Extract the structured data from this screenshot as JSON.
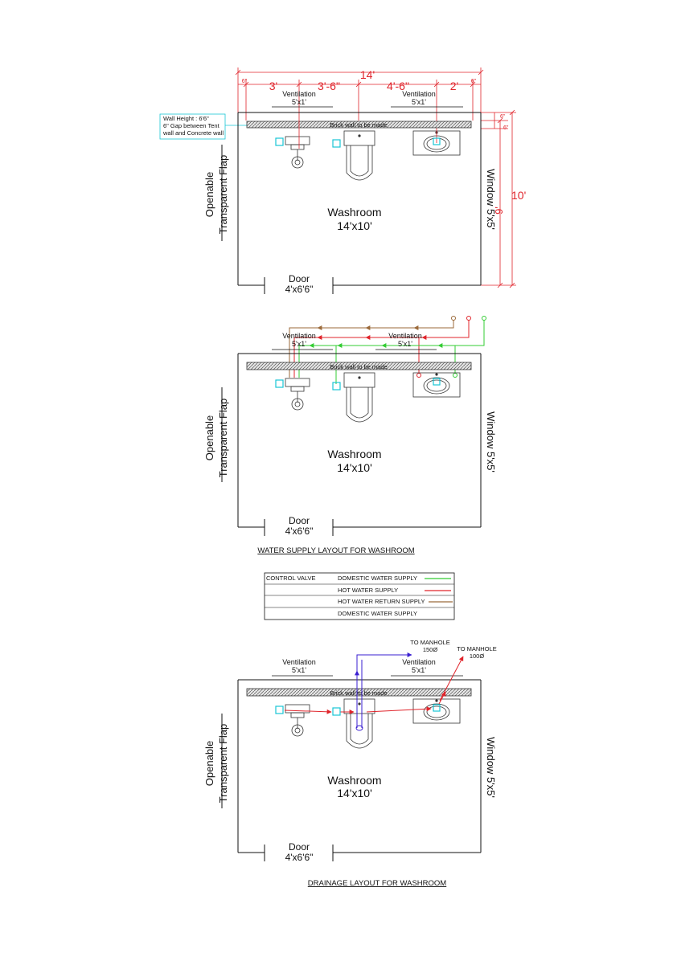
{
  "common": {
    "ventilation": "Ventilation",
    "vent_size": "5'x1'",
    "brick_wall": "Brick wall to be made",
    "room_name": "Washroom",
    "room_size": "14'x10'",
    "door": "Door",
    "door_size": "4'x6'6\"",
    "window": "Window 5'x5'",
    "flap_line1": "Openable",
    "flap_line2": "Transparent Flap"
  },
  "dims": {
    "overall_width": "14'",
    "edge_left": "6\"",
    "edge_right": "6\"",
    "seg1": "3'",
    "seg2": "3'-6\"",
    "seg3": "4'-6\"",
    "seg4": "2'",
    "side_top": "6\"",
    "side_gap": "6\"",
    "inner_height": "9'",
    "overall_height": "10'"
  },
  "note": {
    "line1": "Wall Height : 6'6\"",
    "line2": "6\" Gap between Tent",
    "line3": "wall and Concrete wall"
  },
  "water": {
    "title": "WATER SUPPLY LAYOUT FOR WASHROOM"
  },
  "legend": {
    "col1": "CONTROL VALVE",
    "rows": [
      "DOMESTIC WATER SUPPLY",
      "HOT WATER SUPPLY",
      "HOT WATER RETURN SUPPLY",
      "DOMESTIC WATER SUPPLY"
    ],
    "colors": [
      "#33cc33",
      "#e0242b",
      "#9b6a3a",
      ""
    ]
  },
  "drainage": {
    "title": "DRAINAGE LAYOUT FOR WASHROOM",
    "manhole1_a": "TO MANHOLE",
    "manhole1_b": "150Ø",
    "manhole2_a": "TO MANHOLE",
    "manhole2_b": "100Ø"
  },
  "colors": {
    "dimension": "#e0242b",
    "domestic": "#33cc33",
    "hot": "#e0242b",
    "return": "#9b6a3a",
    "drain_soil": "#3a1fd1",
    "fixture_marker": "#19c6d6"
  }
}
